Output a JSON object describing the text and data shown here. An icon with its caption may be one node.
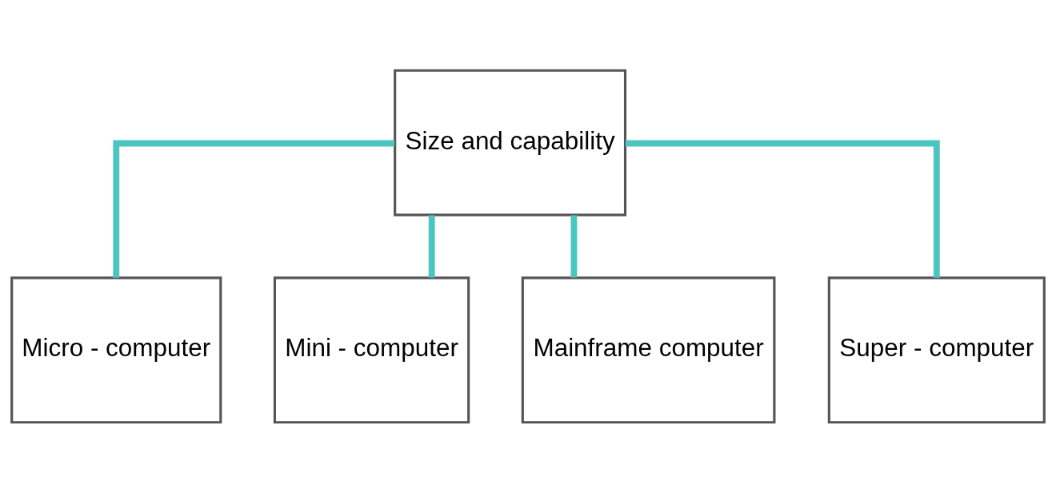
{
  "diagram": {
    "nodes": [
      {
        "text": [
          "Size and capability"
        ]
      },
      {
        "text": [
          "Micro - computer"
        ]
      },
      {
        "text": [
          "Mini - computer"
        ]
      },
      {
        "text": [
          "Mainframe computer"
        ]
      },
      {
        "text": [
          "Super - computer"
        ]
      }
    ],
    "edges": [
      {
        "from": 0,
        "to": 1,
        "arrow": "none"
      },
      {
        "from": 0,
        "to": 2,
        "arrow": "none"
      },
      {
        "from": 0,
        "to": 3,
        "arrow": "none"
      },
      {
        "from": 0,
        "to": 4,
        "arrow": "none"
      }
    ]
  }
}
